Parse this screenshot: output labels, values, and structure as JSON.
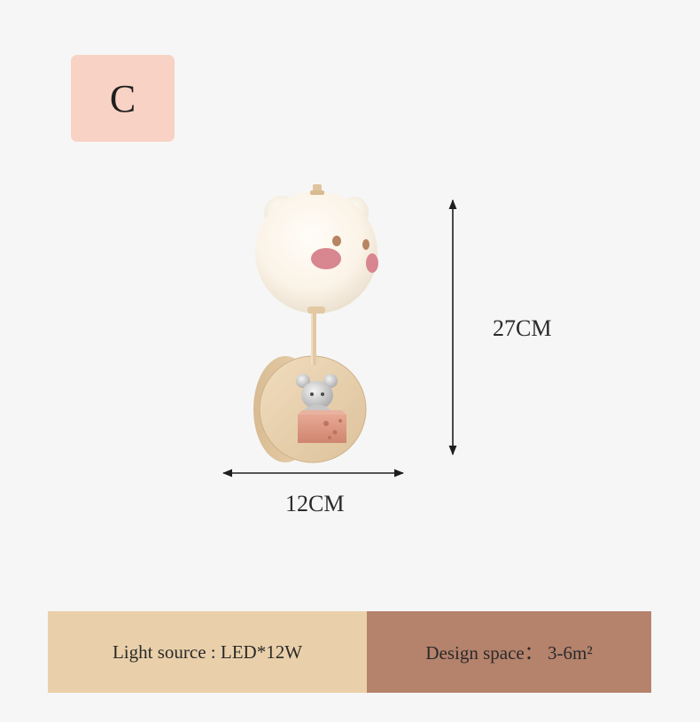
{
  "variant": {
    "label": "C",
    "background": "#f8d2c4"
  },
  "dimensions": {
    "height": "27CM",
    "width": "12CM"
  },
  "specs": {
    "light_source": "Light source : LED*12W",
    "design_space": "Design space： 3-6m²",
    "light_source_bg": "#ead0aa",
    "design_space_bg": "#b5826c"
  },
  "product": {
    "name": "bear-wall-lamp",
    "shade_color": "#fbf4ea",
    "wood_color": "#ead0aa",
    "cheese_color": "#df9a86"
  }
}
